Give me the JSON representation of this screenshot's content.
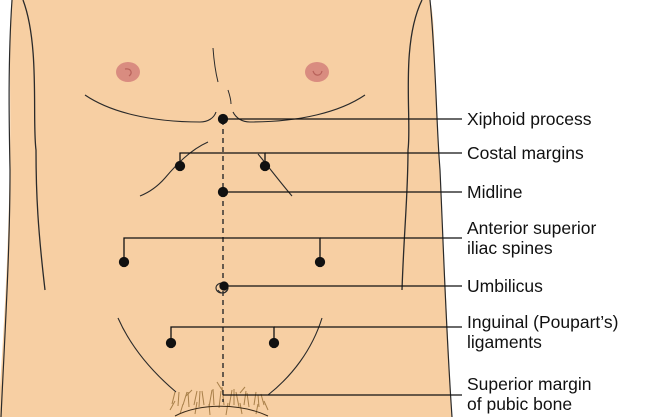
{
  "diagram": {
    "labels": {
      "xiphoid": "Xiphoid process",
      "costal": "Costal margins",
      "midline": "Midline",
      "asis_line1": "Anterior superior",
      "asis_line2": "iliac spines",
      "umbilicus": "Umbilicus",
      "inguinal_line1": "Inguinal (Poupart’s)",
      "inguinal_line2": "ligaments",
      "pubic_line1": "Superior margin",
      "pubic_line2": "of pubic bone"
    },
    "colors": {
      "skin": "#F7CFA3",
      "outline": "#2a2a2a",
      "nipple": "#D98C80",
      "nipple_inner": "#B8625A",
      "hair": "#A9804A",
      "pointer": "#111111"
    }
  }
}
